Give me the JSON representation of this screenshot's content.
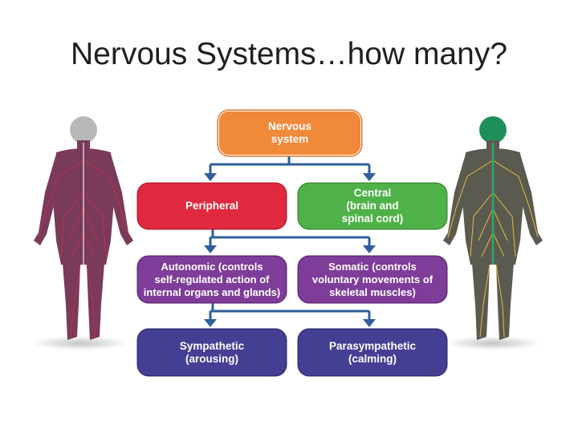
{
  "slide": {
    "title": "Nervous Systems…how many?"
  },
  "diagram": {
    "root": {
      "label": "Nervous\nsystem",
      "color": "#f0893a"
    },
    "level1": [
      {
        "label": "Peripheral",
        "color": "#e0283e"
      },
      {
        "label": "Central\n(brain and\nspinal cord)",
        "color": "#4fb248"
      }
    ],
    "level2": [
      {
        "label": "Autonomic (controls\nself-regulated action of\ninternal organs and glands)",
        "color": "#7e3d99"
      },
      {
        "label": "Somatic (controls\nvoluntary movements of\nskeletal muscles)",
        "color": "#7e3d99"
      }
    ],
    "level3": [
      {
        "label": "Sympathetic\n(arousing)",
        "color": "#443f93"
      },
      {
        "label": "Parasympathetic\n(calming)",
        "color": "#443f93"
      }
    ],
    "connector_color": "#2f5f9a"
  },
  "illustrations": {
    "left_figure": {
      "name": "human-body-peripheral-illustration",
      "body_color": "#7a3a5a",
      "head_color": "#b8b8b8",
      "nerve_color": "#c0304a"
    },
    "right_figure": {
      "name": "human-body-central-illustration",
      "body_color": "#5a5a50",
      "head_color": "#1f8f5a",
      "nerve_color": "#e8c23a"
    }
  }
}
